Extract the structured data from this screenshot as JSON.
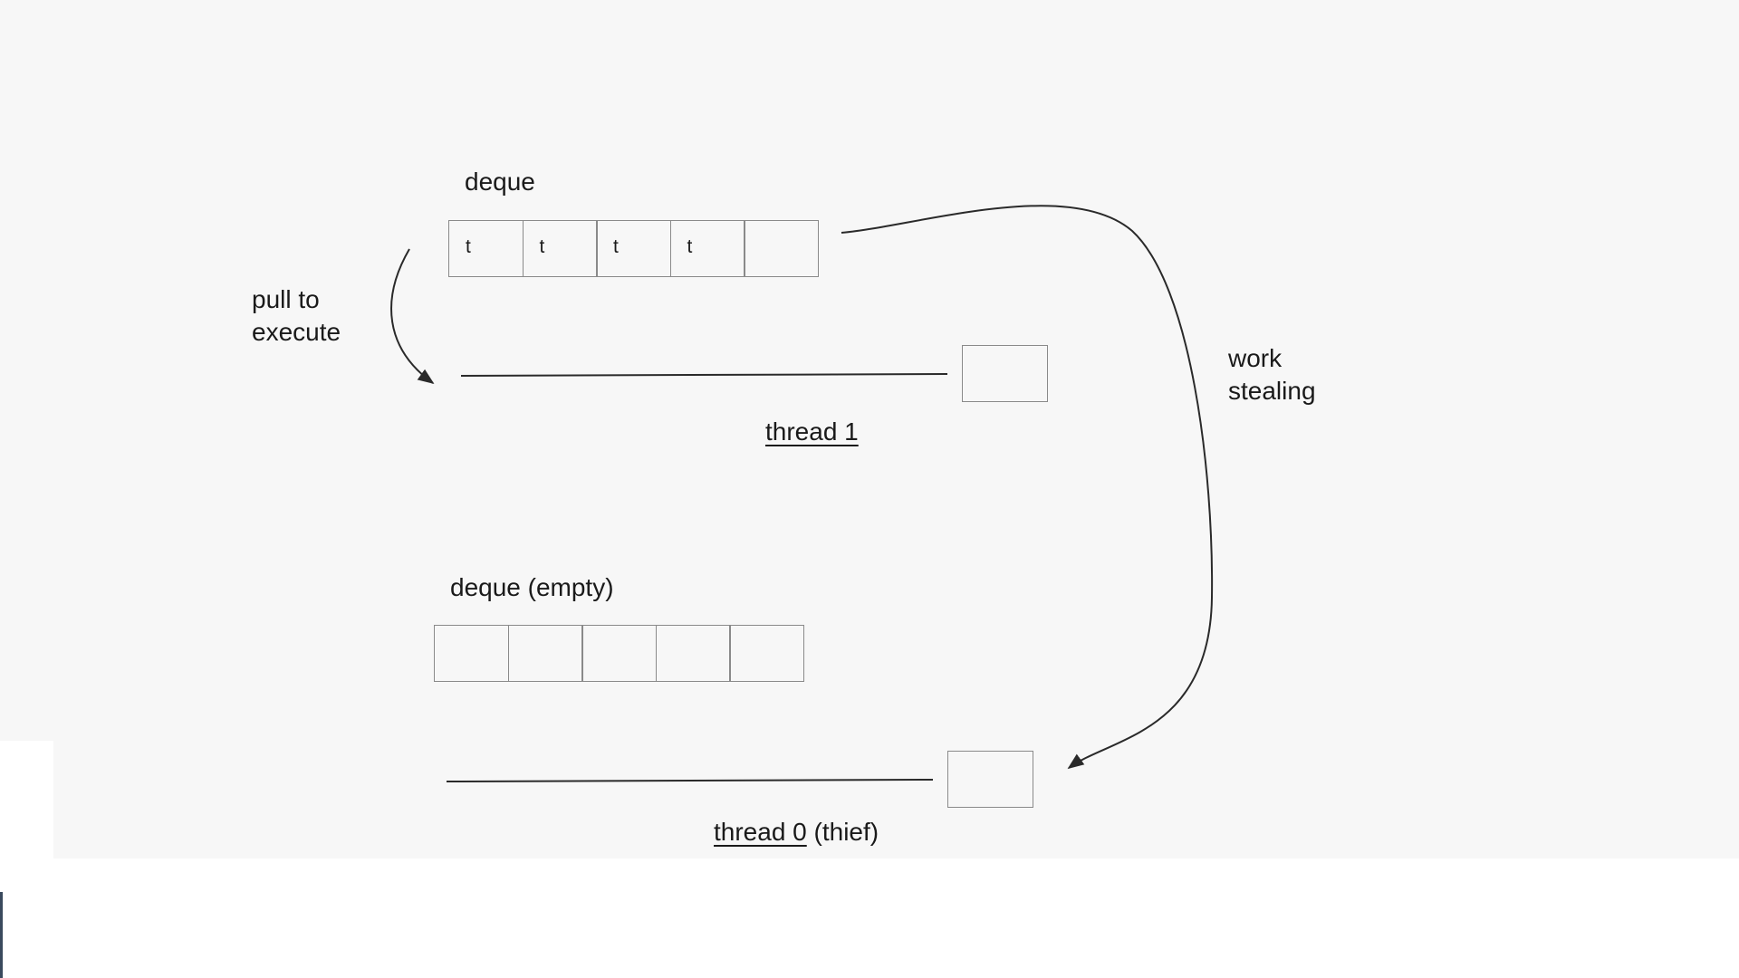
{
  "labels": {
    "deque_top": "deque",
    "deque_bottom": "deque (empty)",
    "pull_to_execute": "pull to\nexecute",
    "work_stealing": "work\nstealing",
    "thread1": "thread 1",
    "thread0_name": "thread 0",
    "thread0_suffix": " (thief)"
  },
  "deque_top_cells": [
    "t",
    "t",
    "t",
    "t",
    ""
  ],
  "deque_bottom_cells": [
    "",
    "",
    "",
    "",
    ""
  ],
  "colors": {
    "background": "#f7f7f7",
    "box_stroke": "#8a8a8a",
    "line": "#2a2a2a"
  }
}
